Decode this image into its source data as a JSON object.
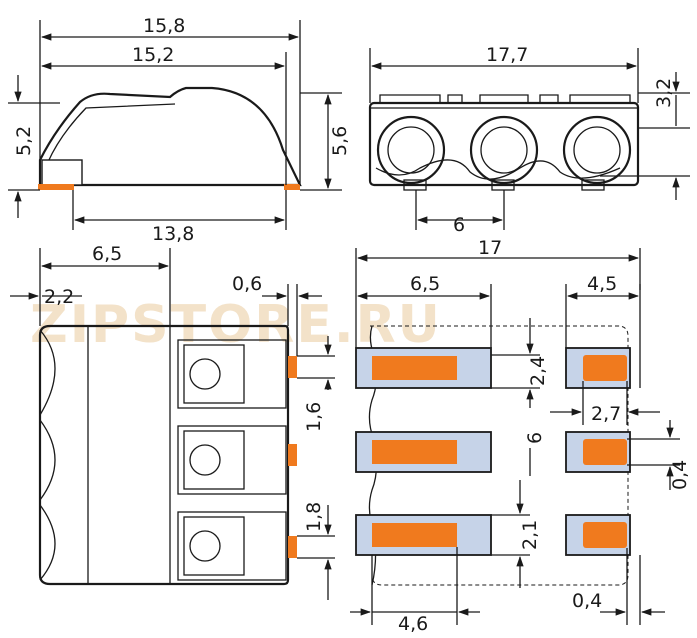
{
  "watermark": "ZIPSTORE.RU",
  "colors": {
    "contact_orange": "#f07a1e",
    "pad_blue": "#c6d3e8",
    "line": "#1a1a1a",
    "watermark": "#f3e2c9"
  },
  "side_view": {
    "overall_length": "15,8",
    "body_length": "15,2",
    "height_left": "5,2",
    "height_right": "5,6",
    "base_length": "13,8"
  },
  "front_view": {
    "width": "17,7",
    "top_offset": "3,2",
    "pitch": "6"
  },
  "top_view": {
    "depth": "6,5",
    "edge": "2,2",
    "pin_width": "0,6",
    "pin_pitch": "1,6",
    "pin_pad": "1,8"
  },
  "footprint": {
    "overall": "17",
    "left_pad_width": "6,5",
    "right_pad_width": "4,5",
    "pad_height": "2,4",
    "row_pitch": "6",
    "right_pad_gap": "2,7",
    "right_pad_offset": "0,4",
    "pad_height_alt": "2,1",
    "left_pad_offset": "4,6",
    "bottom_offset": "0,4"
  }
}
